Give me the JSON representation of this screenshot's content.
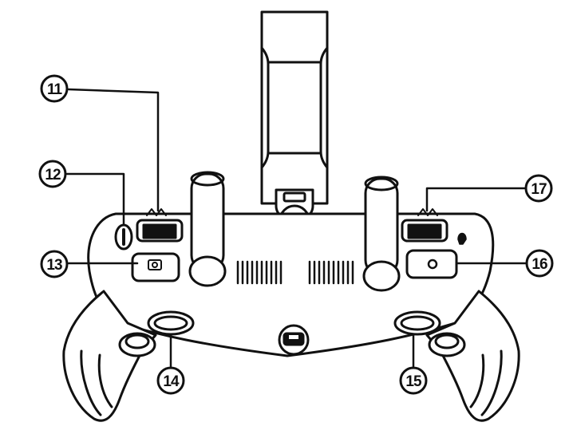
{
  "diagram": {
    "callouts": [
      {
        "id": "11",
        "label": "11"
      },
      {
        "id": "12",
        "label": "12"
      },
      {
        "id": "13",
        "label": "13"
      },
      {
        "id": "14",
        "label": "14"
      },
      {
        "id": "15",
        "label": "15"
      },
      {
        "id": "16",
        "label": "16"
      },
      {
        "id": "17",
        "label": "17"
      }
    ]
  }
}
